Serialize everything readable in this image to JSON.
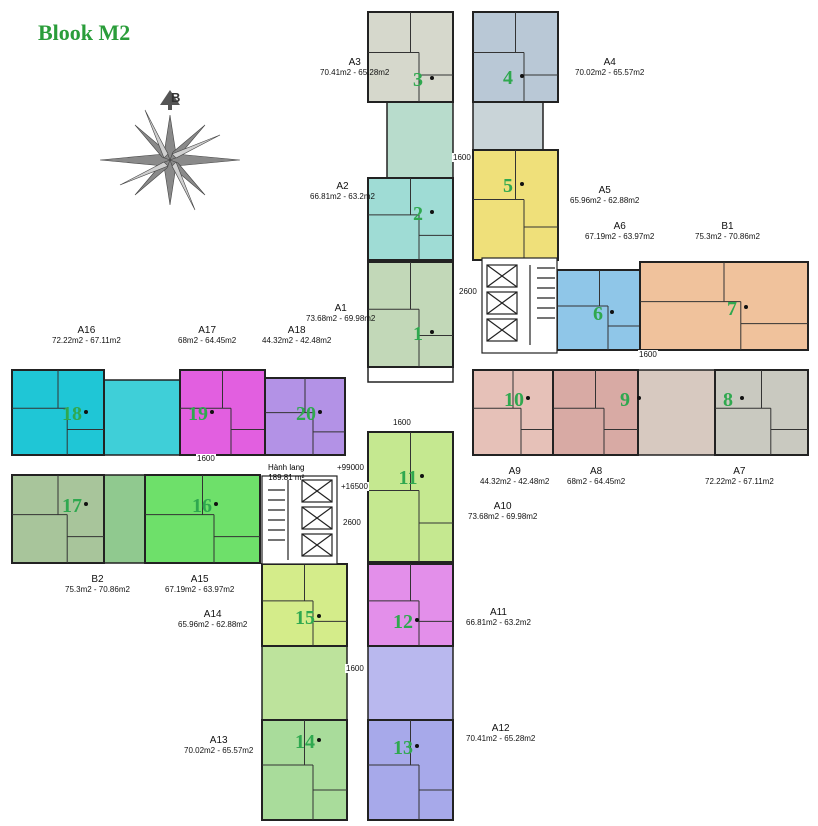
{
  "title": "Blook M2",
  "compass": {
    "letter": "B"
  },
  "colors": {
    "green_number": "#2fa84f",
    "wall": "#222222",
    "corridor": "#ffffff"
  },
  "hallway": {
    "label": "Hành lang",
    "area": "189.81 m²",
    "elevations": [
      "+99000",
      "+16500"
    ]
  },
  "dimensions": [
    "1600",
    "2600",
    "1600",
    "1600",
    "1600",
    "2600",
    "1600"
  ],
  "units": [
    {
      "id": "A3",
      "area": "70.41m2 - 65.28m2",
      "number": "3",
      "color": "#d6d8cc"
    },
    {
      "id": "A4",
      "area": "70.02m2 - 65.57m2",
      "number": "4",
      "color": "#b9c8d6"
    },
    {
      "id": "A2",
      "area": "66.81m2 - 63.2m2",
      "number": "2",
      "color": "#9fdcd5"
    },
    {
      "id": "A5",
      "area": "65.96m2 - 62.88m2",
      "number": "5",
      "color": "#efe07a"
    },
    {
      "id": "A6",
      "area": "67.19m2 - 63.97m2",
      "number": "6",
      "color": "#8fc6e8"
    },
    {
      "id": "B1",
      "area": "75.3m2 - 70.86m2",
      "number": "7",
      "color": "#f0c29c"
    },
    {
      "id": "A1",
      "area": "73.68m2 - 69.98m2",
      "number": "1",
      "color": "#c2d8b8"
    },
    {
      "id": "A16",
      "area": "72.22m2 - 67.11m2",
      "number": "18",
      "color": "#1fc6d6"
    },
    {
      "id": "A17",
      "area": "68m2 - 64.45m2",
      "number": "19",
      "color": "#e25fe0"
    },
    {
      "id": "A18",
      "area": "44.32m2 - 42.48m2",
      "number": "20",
      "color": "#b392e6"
    },
    {
      "id": "A9",
      "area": "44.32m2 - 42.48m2",
      "number": "10",
      "color": "#e6c1b8"
    },
    {
      "id": "A8",
      "area": "68m2 - 64.45m2",
      "number": "9",
      "color": "#d8aaa4"
    },
    {
      "id": "A7",
      "area": "72.22m2 - 67.11m2",
      "number": "8",
      "color": "#c9c9c0"
    },
    {
      "id": "A10",
      "area": "73.68m2 - 69.98m2",
      "number": "11",
      "color": "#c5e890"
    },
    {
      "id": "B2",
      "area": "75.3m2 - 70.86m2",
      "number": "17",
      "color": "#a8c59b"
    },
    {
      "id": "A15",
      "area": "67.19m2 - 63.97m2",
      "number": "16",
      "color": "#6ee06a"
    },
    {
      "id": "A14",
      "area": "65.96m2 - 62.88m2",
      "number": "15",
      "color": "#d4ec8a"
    },
    {
      "id": "A11",
      "area": "66.81m2 - 63.2m2",
      "number": "12",
      "color": "#e38fea"
    },
    {
      "id": "A13",
      "area": "70.02m2 - 65.57m2",
      "number": "14",
      "color": "#a9dc9b"
    },
    {
      "id": "A12",
      "area": "70.41m2 - 65.28m2",
      "number": "13",
      "color": "#a7a9ea"
    }
  ]
}
